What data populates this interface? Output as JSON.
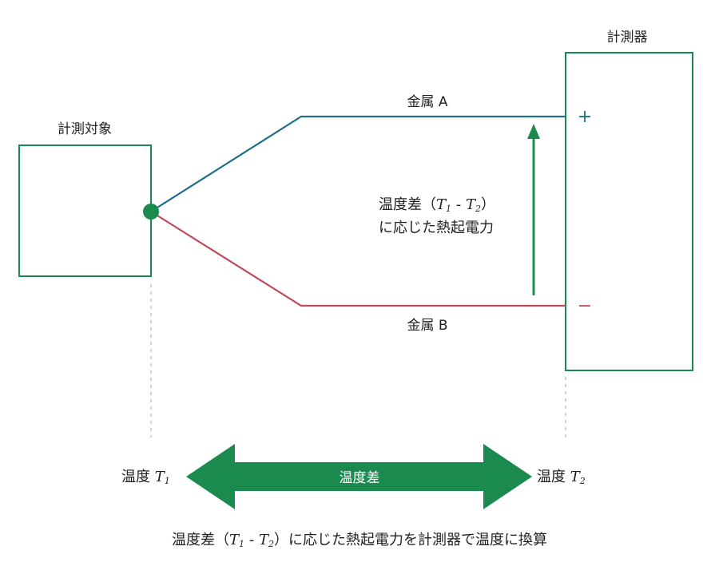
{
  "target": {
    "label": "計測対象"
  },
  "instrument": {
    "label": "計測器",
    "plus_sign": "+",
    "minus_sign": "−"
  },
  "metal_a": {
    "label": "金属 A"
  },
  "metal_b": {
    "label": "金属 B"
  },
  "emf": {
    "line1_prefix": "温度差（",
    "t1": "T",
    "t1_sub": "1",
    "dash": " - ",
    "t2": "T",
    "t2_sub": "2",
    "line1_suffix": "）",
    "line2": "に応じた熱起電力"
  },
  "temp_left": {
    "prefix": "温度 ",
    "t": "T",
    "sub": "1"
  },
  "temp_right": {
    "prefix": "温度 ",
    "t": "T",
    "sub": "2"
  },
  "arrow_label": "温度差",
  "caption": {
    "prefix": "温度差（",
    "t1": "T",
    "t1_sub": "1",
    "dash": " - ",
    "t2": "T",
    "t2_sub": "2",
    "suffix": "）に応じた熱起電力を計測器で温度に換算"
  },
  "colors": {
    "green": "#1a8a4e",
    "metal_a": "#1f6f8b",
    "metal_b": "#c04a5a"
  }
}
